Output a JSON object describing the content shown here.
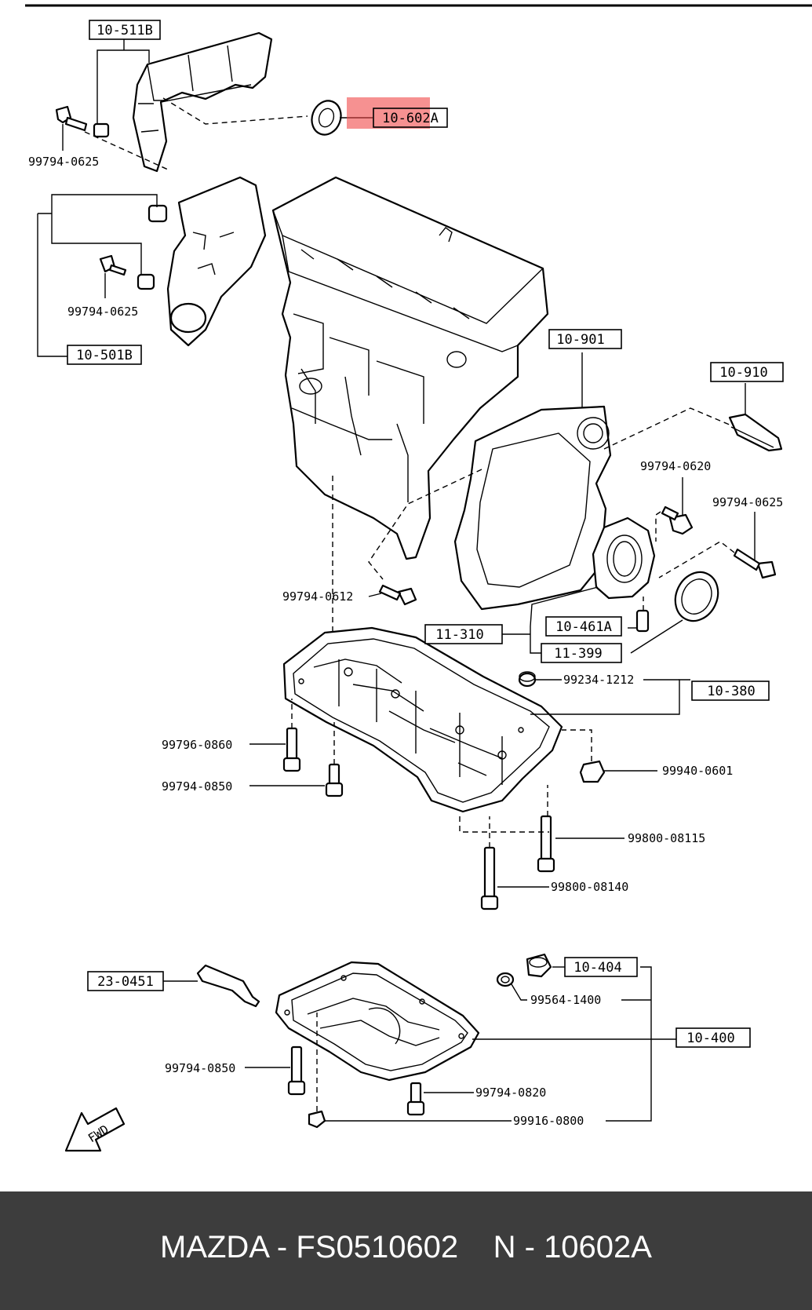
{
  "part_boxes": {
    "b10_511B": "10-511B",
    "b10_602A": "10-602A",
    "b10_501B": "10-501B",
    "b10_901": "10-901",
    "b10_910": "10-910",
    "b11_310": "11-310",
    "b10_461A": "10-461A",
    "b11_399": "11-399",
    "b10_380": "10-380",
    "b23_0451": "23-0451",
    "b10_404": "10-404",
    "b10_400": "10-400"
  },
  "part_numbers": {
    "n1": "99794-0625",
    "n2": "99794-0625",
    "n3": "99794-0620",
    "n4": "99794-0625",
    "n5": "99794-0612",
    "n6": "99234-1212",
    "n7": "99796-0860",
    "n8": "99794-0850",
    "n9": "99940-0601",
    "n10": "99800-08115",
    "n11": "99800-08140",
    "n12": "99564-1400",
    "n13": "99794-0850",
    "n14": "99794-0820",
    "n15": "99916-0800"
  },
  "fwd_label": "FWD",
  "highlight": {
    "part": "10-602A",
    "color": "#f04848"
  },
  "footer": {
    "text": "MAZDA - FS0510602    N - 10602A",
    "background": "#3d3d3d",
    "text_color": "#ffffff"
  }
}
